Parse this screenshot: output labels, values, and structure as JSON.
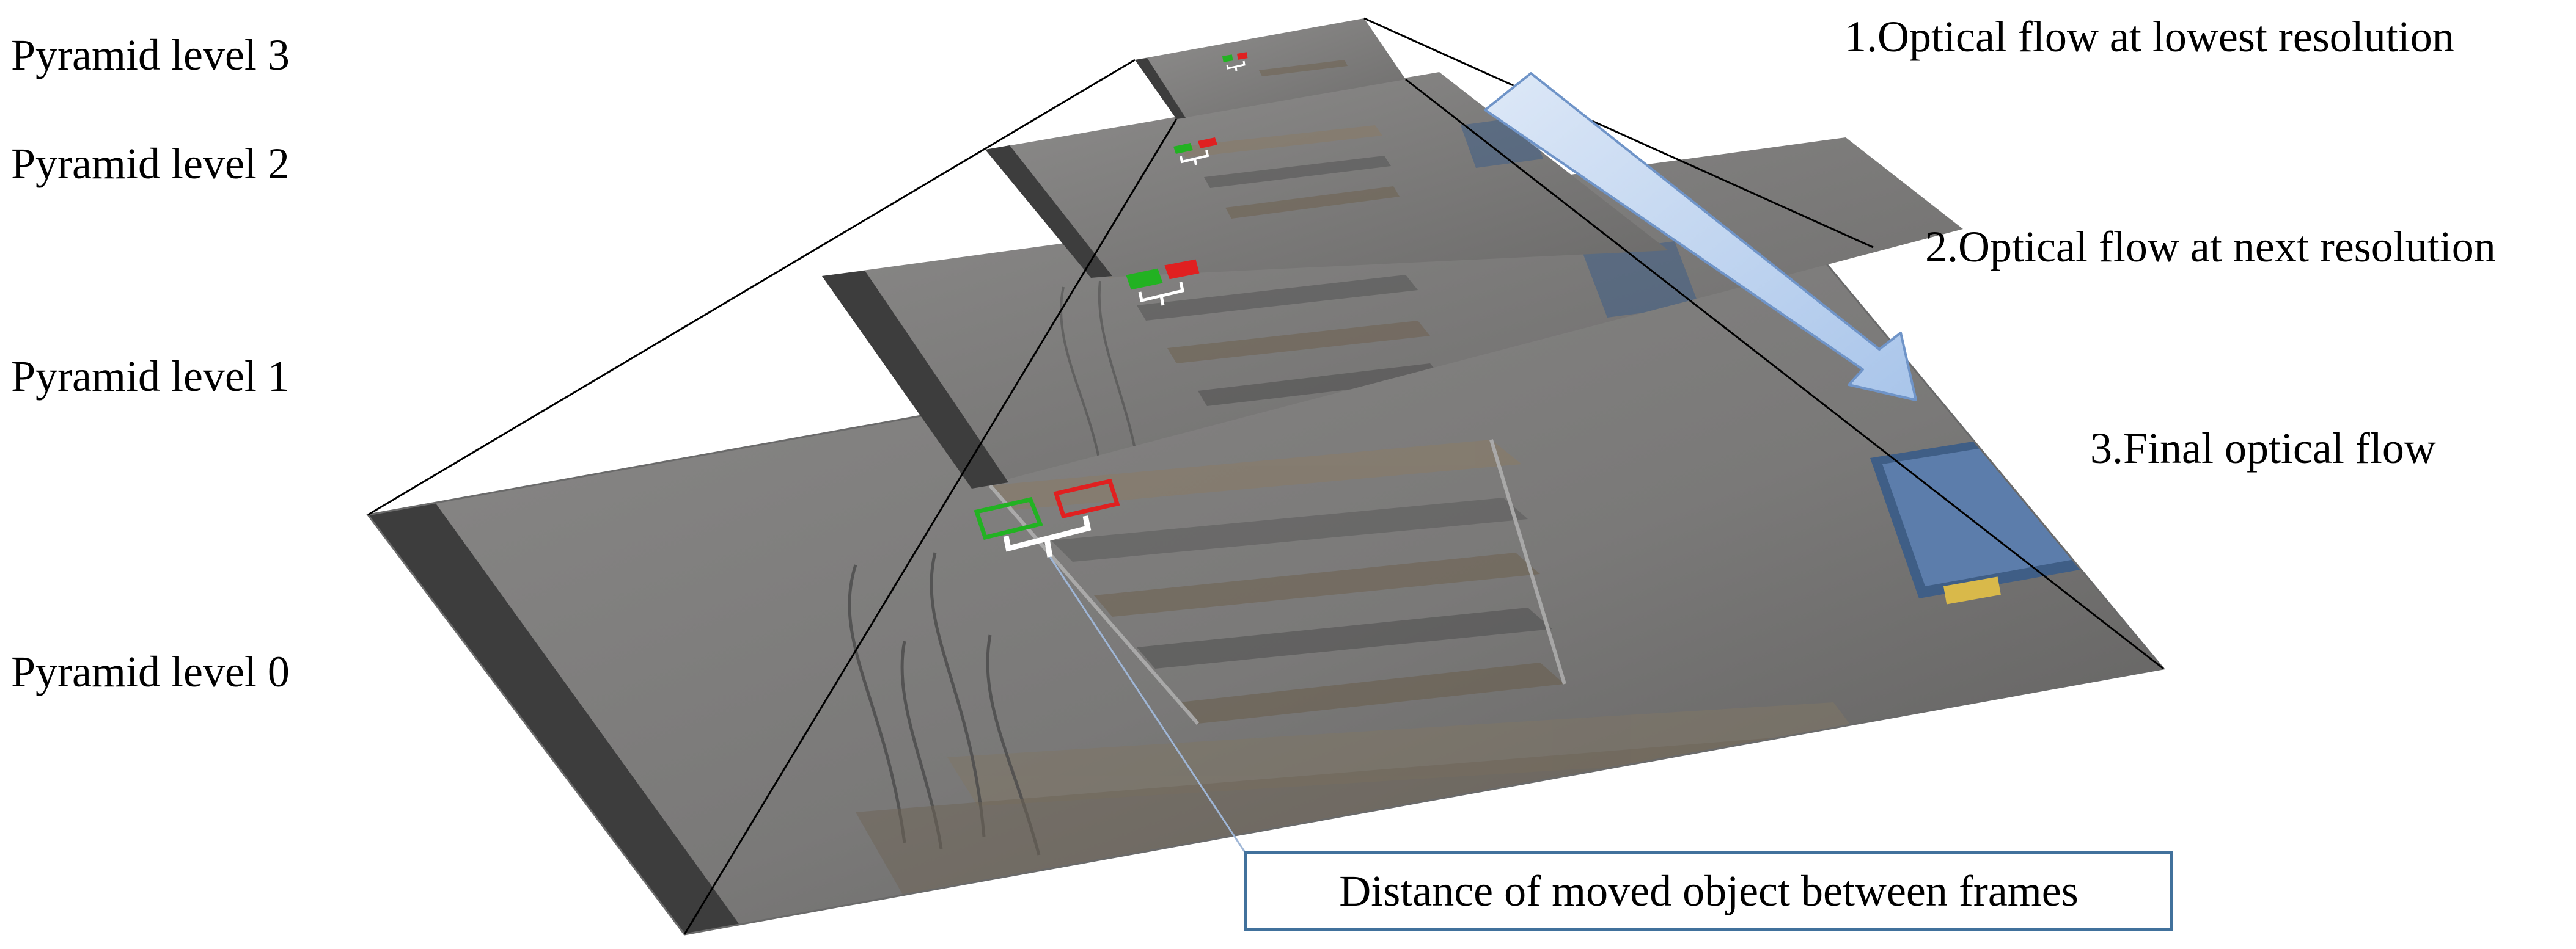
{
  "pyramid_levels": [
    {
      "label": "Pyramid level 3"
    },
    {
      "label": "Pyramid level 2"
    },
    {
      "label": "Pyramid level 1"
    },
    {
      "label": "Pyramid level 0"
    }
  ],
  "steps": [
    {
      "label": "1.Optical flow at lowest resolution"
    },
    {
      "label": "2.Optical flow at next resolution"
    },
    {
      "label": "3.Final optical flow"
    }
  ],
  "callout": {
    "label": "Distance of moved object between frames"
  },
  "colors": {
    "frame_gray": "#767574",
    "frame_dark_edge": "#3a3a3a",
    "arrow_fill": "#bcd3ef",
    "arrow_stroke": "#6f94c8",
    "callout_border": "#41719c",
    "previous_position_marker": "#22b222",
    "current_position_marker": "#e02020",
    "displacement_bracket": "#ffffff"
  }
}
